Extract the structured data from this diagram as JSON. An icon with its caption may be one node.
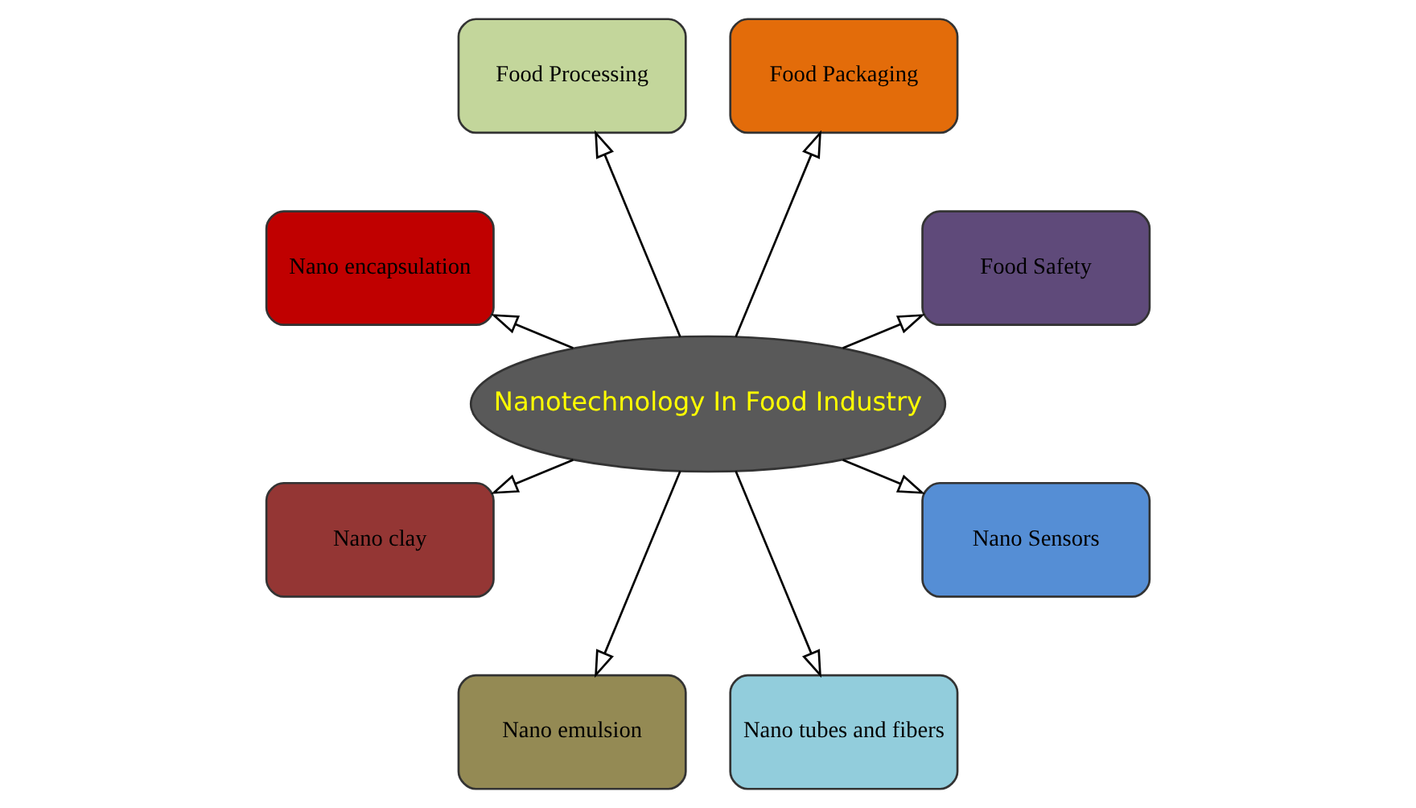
{
  "diagram": {
    "nodes": [
      {
        "text": [
          "Food Safety"
        ]
      },
      {
        "text": [
          "Food Packaging"
        ]
      },
      {
        "text": [
          "Food Processing"
        ]
      },
      {
        "text": [
          "Nano encapsulation"
        ]
      },
      {
        "text": [
          "Nanotechnology In Food Industry"
        ]
      },
      {
        "text": [
          "Nano clay"
        ]
      },
      {
        "text": [
          "Nano emulsion"
        ]
      },
      {
        "text": [
          "Nano tubes and fibers"
        ]
      },
      {
        "text": [
          "Nano Sensors"
        ]
      }
    ],
    "edges": [
      {
        "from": 4,
        "to": 0,
        "arrow": "to"
      },
      {
        "from": 4,
        "to": 1,
        "arrow": "to"
      },
      {
        "from": 4,
        "to": 2,
        "arrow": "to"
      },
      {
        "from": 4,
        "to": 3,
        "arrow": "to"
      },
      {
        "from": 4,
        "to": 5,
        "arrow": "to"
      },
      {
        "from": 4,
        "to": 6,
        "arrow": "to"
      },
      {
        "from": 4,
        "to": 7,
        "arrow": "to"
      },
      {
        "from": 4,
        "to": 8,
        "arrow": "to"
      }
    ]
  }
}
